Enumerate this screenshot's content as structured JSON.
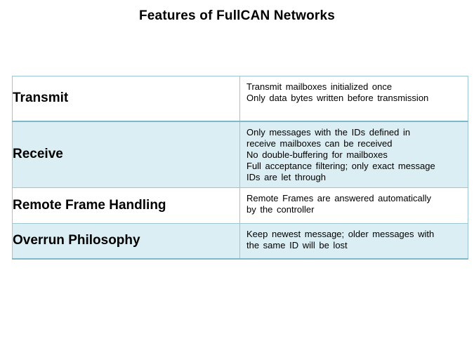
{
  "slide": {
    "title": "Features of FullCAN Networks"
  },
  "features": [
    {
      "name": "Transmit",
      "description": [
        "Transmit mailboxes initialized once",
        "Only data bytes written before transmission"
      ]
    },
    {
      "name": "Receive",
      "description": [
        "Only messages with the IDs defined in",
        "receive mailboxes can be received",
        "No double-buffering for mailboxes",
        "Full acceptance filtering; only exact message",
        "IDs are let through"
      ]
    },
    {
      "name": "Remote Frame Handling",
      "description": [
        "Remote Frames are answered automatically",
        "by the controller"
      ]
    },
    {
      "name": "Overrun Philosophy",
      "description": [
        "Keep newest message; older messages with",
        "the same ID will be lost"
      ]
    }
  ],
  "colors": {
    "row_tint": "#daeef3",
    "border": "#9dc6d3"
  }
}
